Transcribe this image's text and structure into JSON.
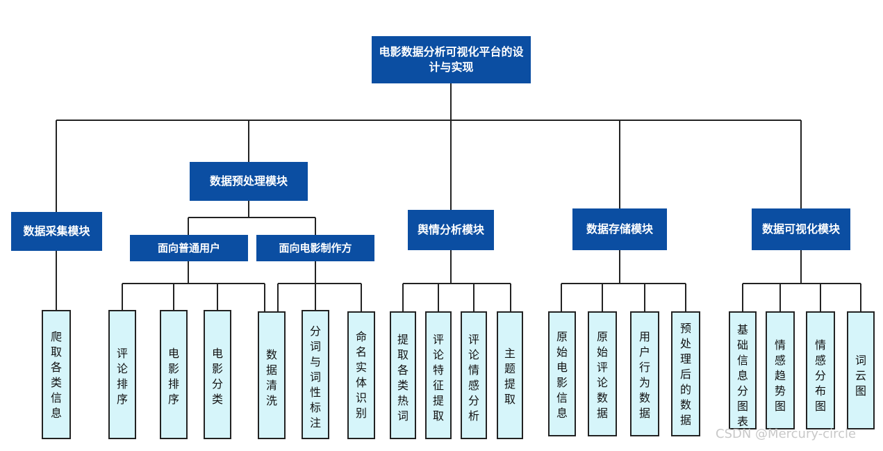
{
  "root": "电影数据分析可视化平台的设计与实现",
  "modules": {
    "collect": "数据采集模块",
    "preprocess": "数据预处理模块",
    "normal_user": "面向普通用户",
    "producer": "面向电影制作方",
    "opinion": "舆情分析模块",
    "storage": "数据存储模块",
    "visual": "数据可视化模块"
  },
  "leaves": {
    "crawl": "爬取各类信息",
    "comment_rank": "评论排序",
    "movie_rank": "电影排序",
    "movie_class": "电影分类",
    "clean": "数据清洗",
    "segment": "分词与词性标注",
    "ner": "命名实体识别",
    "hot_words": "提取各类热词",
    "feature": "评论特征提取",
    "sentiment": "评论情感分析",
    "topic": "主题提取",
    "raw_movie": "原始电影信息",
    "raw_comment": "原始评论数据",
    "user_behavior": "用户行为数据",
    "processed": "预处理后的数据",
    "basic_chart": "基础信息分图表",
    "trend": "情感趋势图",
    "dist": "情感分布图",
    "wordcloud": "词云图"
  },
  "watermark": "CSDN @Mercury-circle"
}
